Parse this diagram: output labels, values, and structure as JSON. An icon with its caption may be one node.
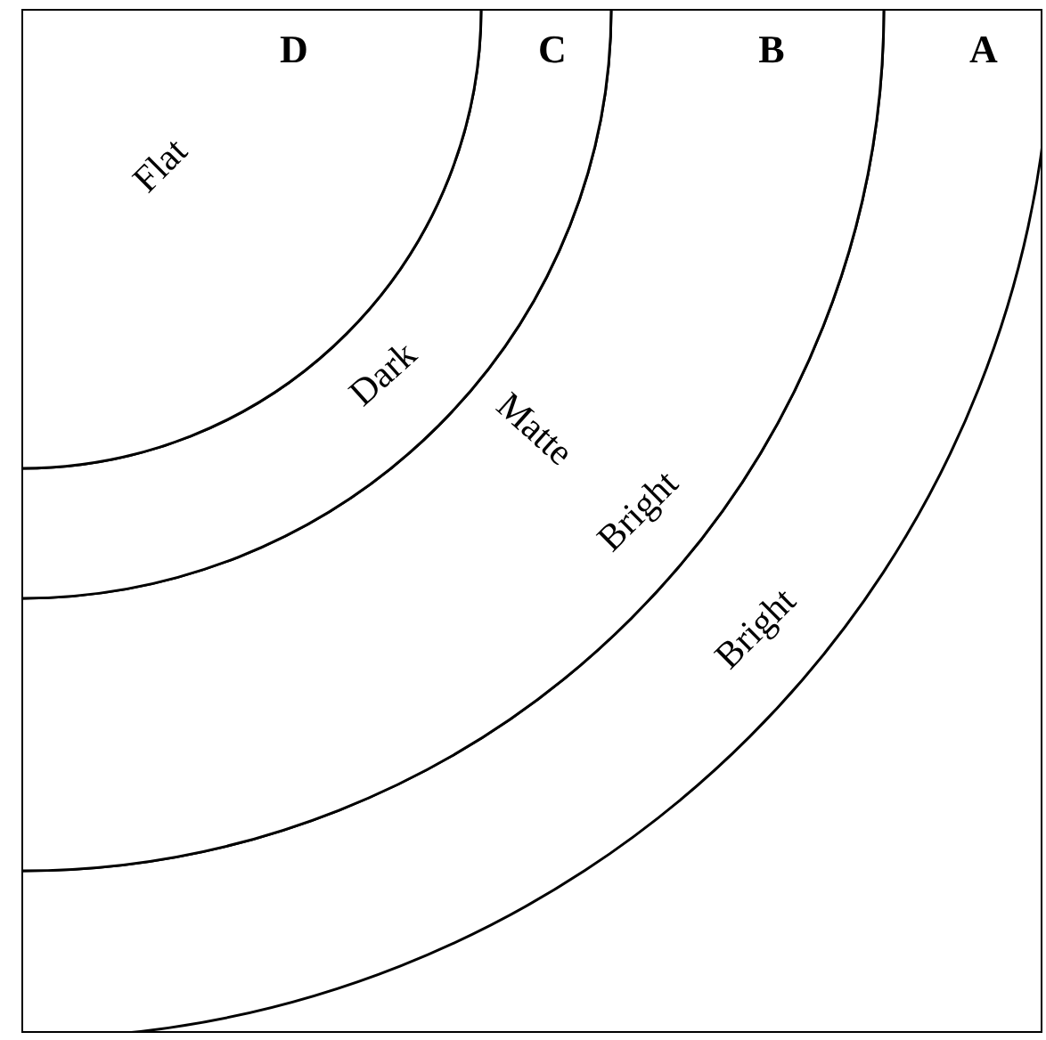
{
  "diagram": {
    "nodes": [
      {
        "text": [
          "D"
        ]
      },
      {
        "text": [
          "C"
        ]
      },
      {
        "text": [
          "B"
        ]
      },
      {
        "text": [
          "A"
        ]
      }
    ],
    "edges": [],
    "labels": [
      "Flat",
      "Dark",
      "Matte",
      "Bright",
      "Bright"
    ]
  }
}
